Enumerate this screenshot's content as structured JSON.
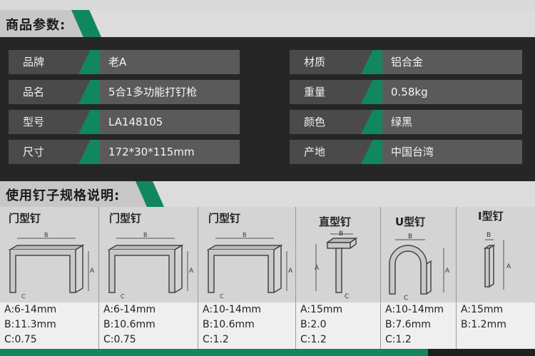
{
  "product_params": {
    "title": "商品参数:",
    "left": [
      {
        "label": "品牌",
        "value": "老A"
      },
      {
        "label": "品名",
        "value": "5合1多功能打钉枪"
      },
      {
        "label": "型号",
        "value": "LA148105"
      },
      {
        "label": "尺寸",
        "value": "172*30*115mm"
      }
    ],
    "right": [
      {
        "label": "材质",
        "value": "铝合金"
      },
      {
        "label": "重量",
        "value": "0.58kg"
      },
      {
        "label": "颜色",
        "value": "绿黑"
      },
      {
        "label": "产地",
        "value": "中国台湾"
      }
    ]
  },
  "nail_specs": {
    "title": "使用钉子规格说明:",
    "columns": [
      {
        "name": "门型钉",
        "icon": "door-staple-icon",
        "dims": [
          "A:6-14mm",
          "B:11.3mm",
          "C:0.75"
        ]
      },
      {
        "name": "门型钉",
        "icon": "door-staple-icon",
        "dims": [
          "A:6-14mm",
          "B:10.6mm",
          "C:0.75"
        ]
      },
      {
        "name": "门型钉",
        "icon": "door-staple-icon",
        "dims": [
          "A:10-14mm",
          "B:10.6mm",
          "C:1.2"
        ]
      },
      {
        "name": "直型钉",
        "icon": "t-nail-icon",
        "dims": [
          "A:15mm",
          "B:2.0",
          "C:1.2"
        ]
      },
      {
        "name": "U型钉",
        "icon": "u-staple-icon",
        "dims": [
          "A:10-14mm",
          "B:7.6mm",
          "C:1.2"
        ]
      },
      {
        "name": "I型钉",
        "icon": "i-nail-icon",
        "dims": [
          "A:15mm",
          "B:1.2mm"
        ]
      }
    ],
    "diagram_labels": {
      "a": "A",
      "b": "B",
      "c": "C"
    }
  },
  "colors": {
    "accent": "#10875f",
    "dark": "#262626"
  }
}
